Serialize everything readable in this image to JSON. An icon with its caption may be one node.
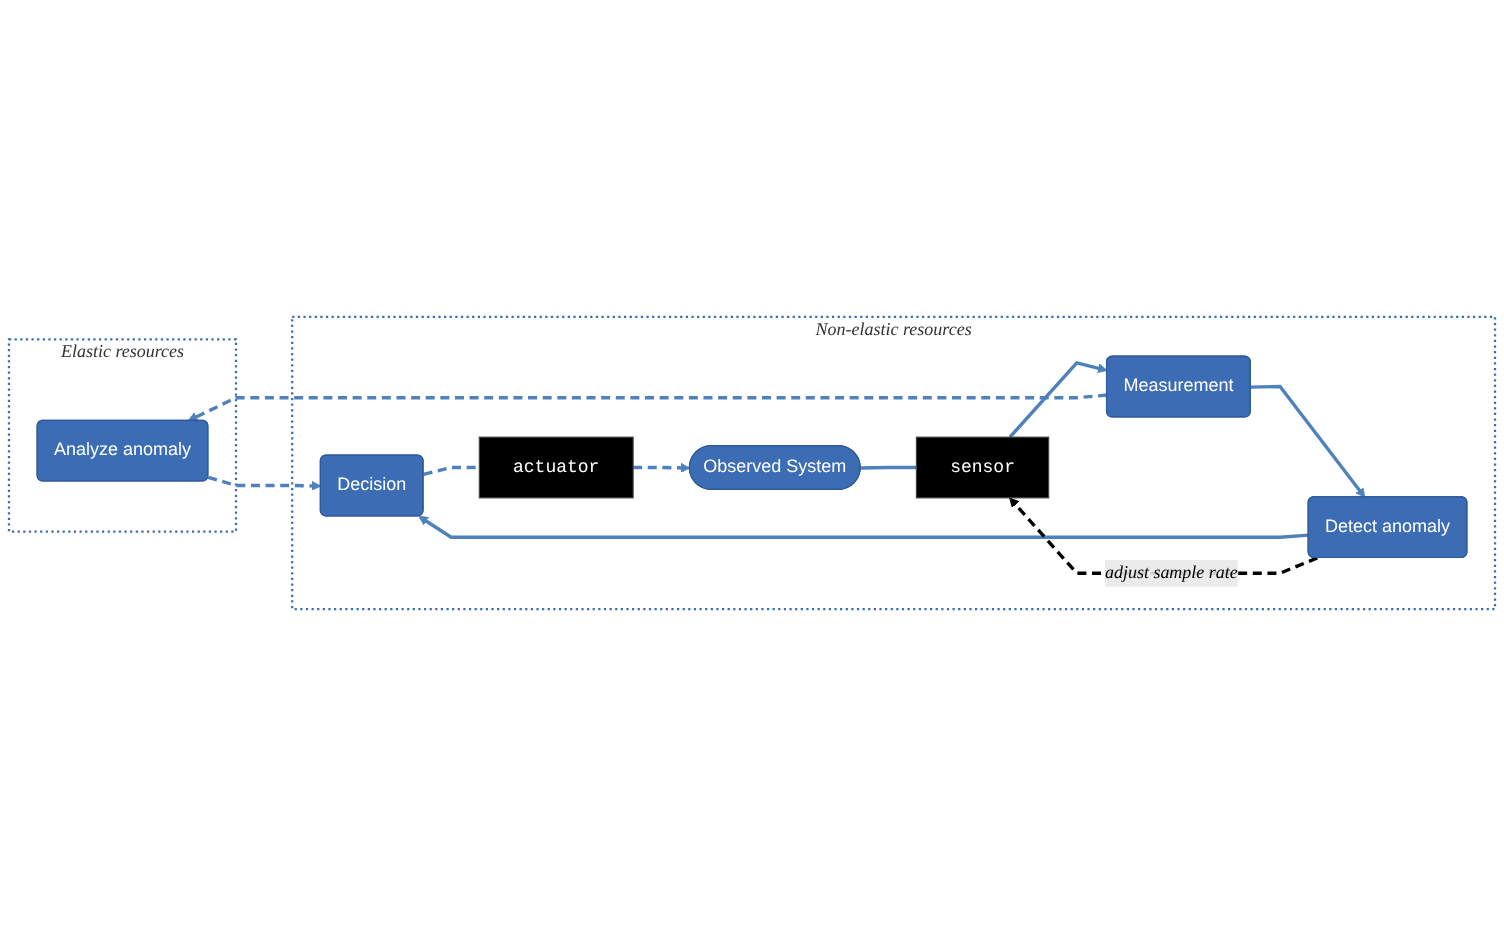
{
  "diagram": {
    "nodes": [
      {
        "text": [
          "Elastic resources"
        ]
      },
      {
        "text": [
          "Analyze anomaly"
        ],
        "in": 0
      },
      {
        "text": [
          "Non-elastic resources"
        ]
      },
      {
        "text": [
          "Measurement"
        ],
        "in": 2
      },
      {
        "text": [
          "Detect anomaly"
        ],
        "in": 2
      },
      {
        "text": [
          "Decision"
        ],
        "in": 2
      },
      {
        "text": [
          "sensor"
        ],
        "in": 2
      },
      {
        "text": [
          "actuator"
        ],
        "in": 2
      },
      {
        "text": [
          "Observed System"
        ],
        "in": 2
      }
    ],
    "edges": [
      {
        "from": 3,
        "to": 1,
        "arrow": "to",
        "style": "dashed"
      },
      {
        "from": 1,
        "to": 5,
        "arrow": "to",
        "style": "dashed"
      },
      {
        "from": 3,
        "to": 4,
        "arrow": "to"
      },
      {
        "from": 4,
        "to": 5,
        "arrow": "to"
      },
      {
        "from": 4,
        "to": 6,
        "arrow": "to",
        "style": "dashed",
        "color": "#000000",
        "label": "adjust sample rate"
      },
      {
        "from": 5,
        "to": 7,
        "arrow": "none",
        "style": "dashed"
      },
      {
        "from": 7,
        "to": 8,
        "arrow": "to",
        "style": "dashed"
      },
      {
        "from": 8,
        "to": 6,
        "arrow": "none"
      },
      {
        "from": 6,
        "to": 3,
        "arrow": "to"
      }
    ]
  }
}
